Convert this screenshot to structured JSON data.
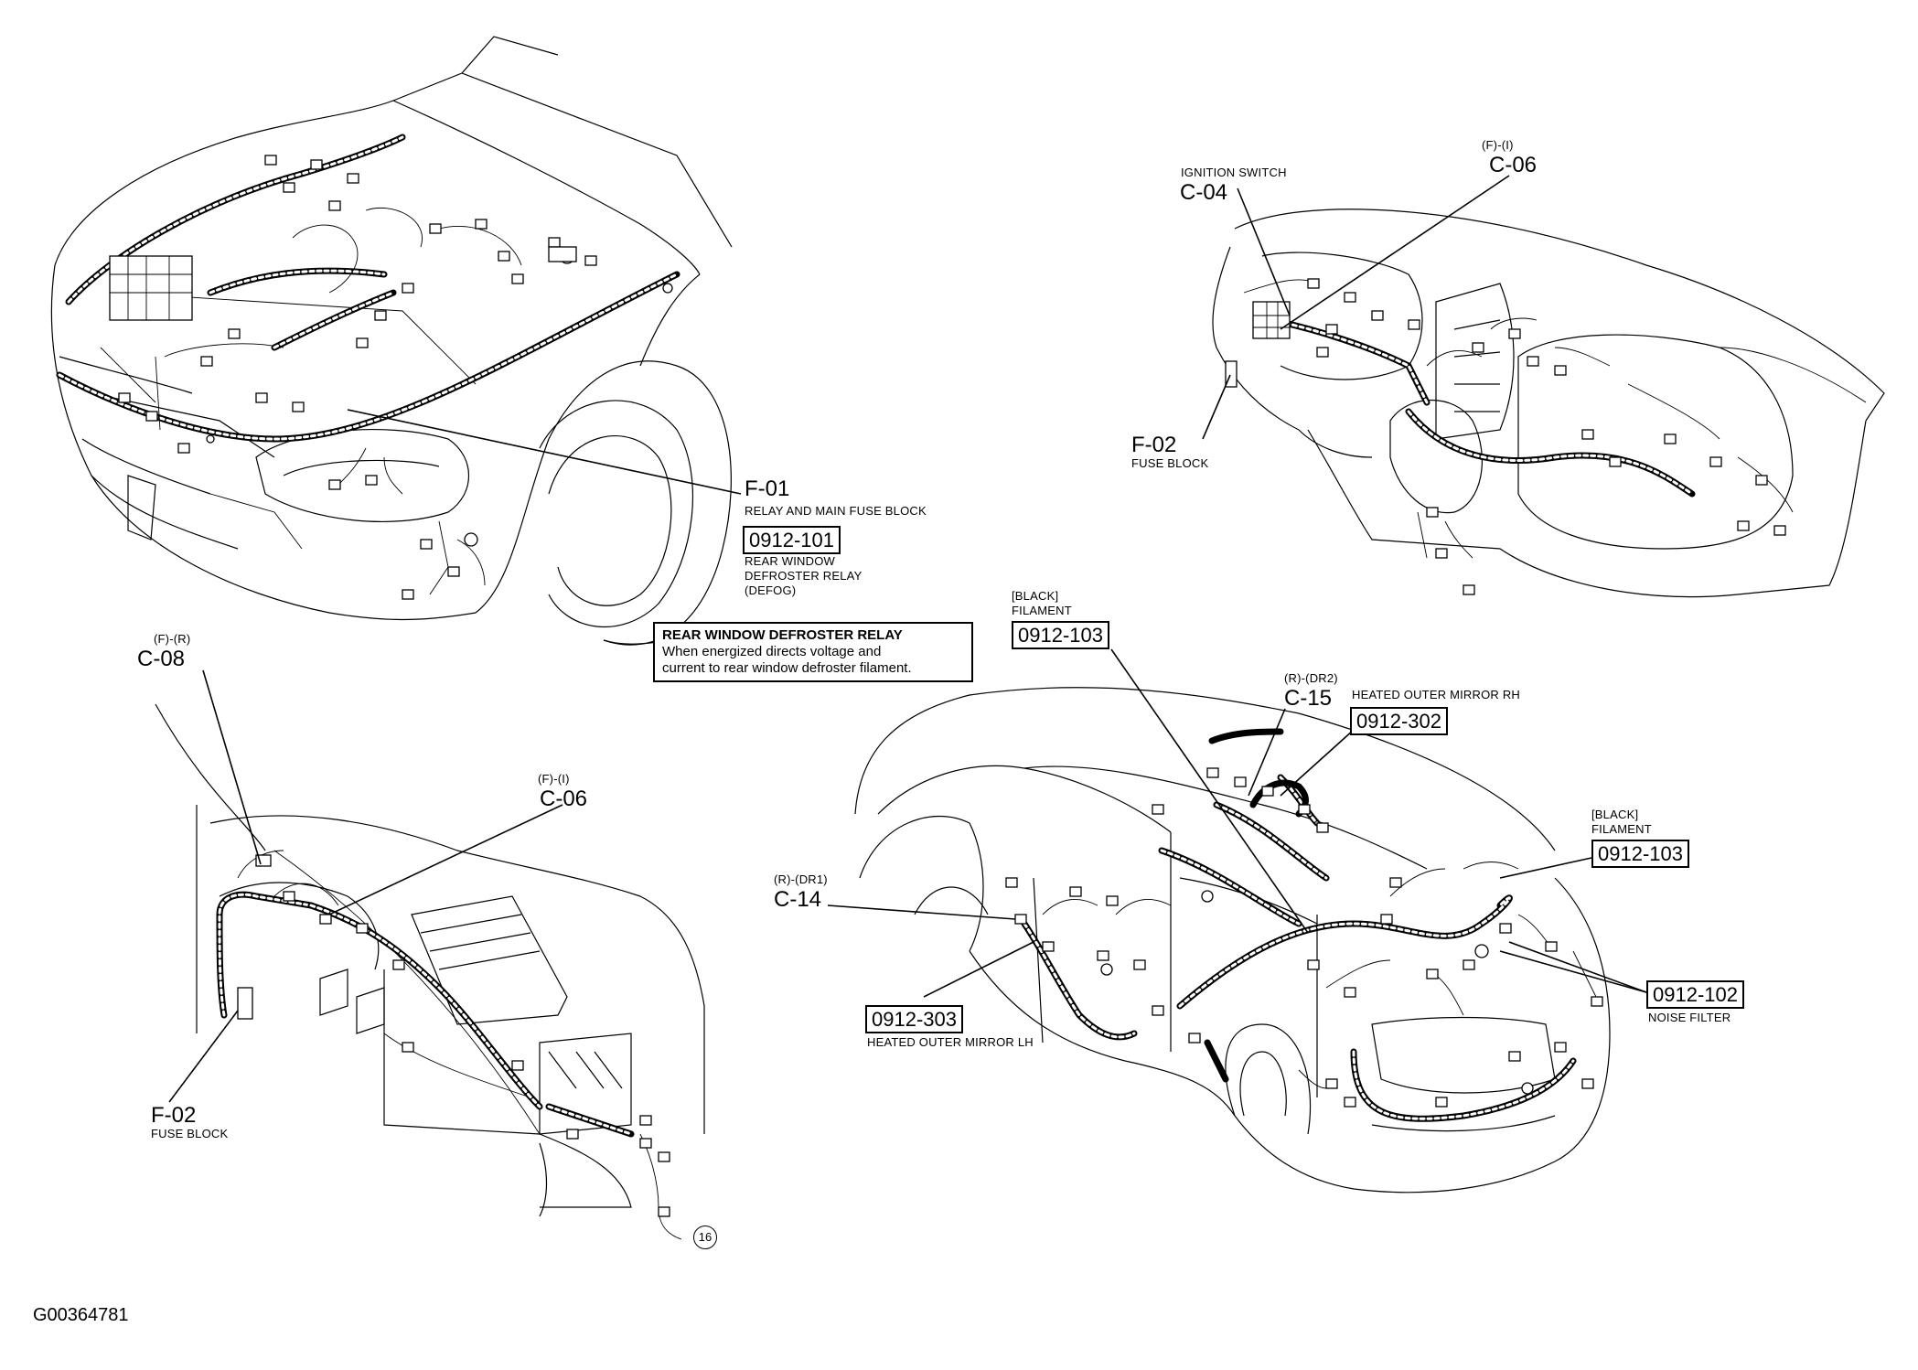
{
  "views": {
    "engine_bay": {
      "f01": {
        "code": "F-01",
        "desc": "RELAY AND MAIN FUSE BLOCK"
      },
      "ref": "0912-101",
      "ref_desc": [
        "REAR WINDOW",
        "DEFROSTER RELAY",
        "(DEFOG)"
      ]
    },
    "instrument_panel": {
      "c04": {
        "desc": "IGNITION SWITCH",
        "code": "C-04"
      },
      "c06": {
        "loc": "(F)-(I)",
        "code": "C-06"
      },
      "f02": {
        "code": "F-02",
        "desc": "FUSE BLOCK"
      }
    },
    "dash_lower": {
      "c08": {
        "loc": "(F)-(R)",
        "code": "C-08"
      },
      "c06": {
        "loc": "(F)-(I)",
        "code": "C-06"
      },
      "f02": {
        "code": "F-02",
        "desc": "FUSE BLOCK"
      },
      "circle": "16"
    },
    "body": {
      "filament_top": {
        "tag": "[BLACK]",
        "desc": "FILAMENT",
        "ref": "0912-103"
      },
      "c15": {
        "loc": "(R)-(DR2)",
        "code": "C-15"
      },
      "mirror_rh": {
        "desc": "HEATED OUTER MIRROR RH",
        "ref": "0912-302"
      },
      "filament_right": {
        "tag": "[BLACK]",
        "desc": "FILAMENT",
        "ref": "0912-103"
      },
      "c14": {
        "loc": "(R)-(DR1)",
        "code": "C-14"
      },
      "mirror_lh": {
        "ref": "0912-303",
        "desc": "HEATED OUTER MIRROR LH"
      },
      "noise": {
        "ref": "0912-102",
        "desc": "NOISE FILTER"
      }
    }
  },
  "note": {
    "title": "REAR WINDOW DEFROSTER RELAY",
    "lines": [
      "When energized directs voltage and",
      "current to rear window defroster filament."
    ]
  },
  "figure_id": "G00364781"
}
